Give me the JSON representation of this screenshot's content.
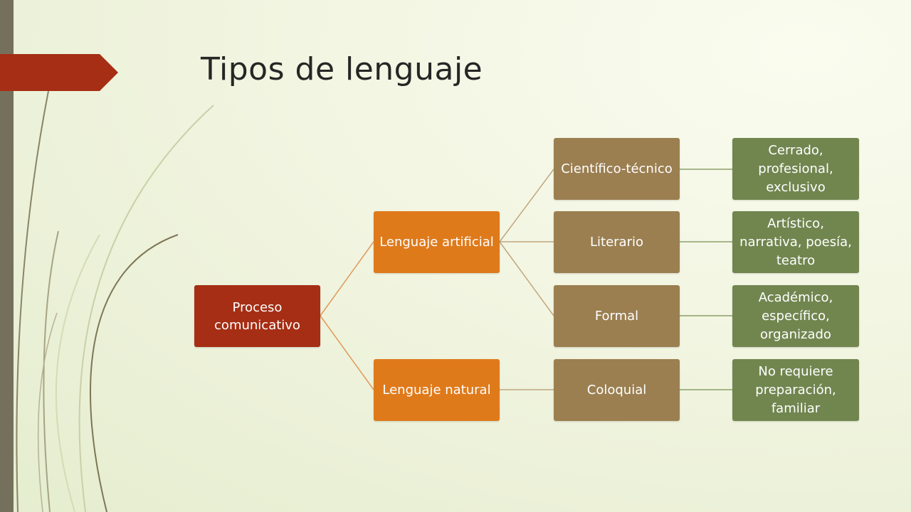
{
  "slide": {
    "title": "Tipos de lenguaje"
  },
  "colors": {
    "background": "#eef2dc",
    "left_bar": "#75705b",
    "title_flag": "#a52e14",
    "level0": "#a52e14",
    "level1": "#df7a1b",
    "level2": "#9b7f51",
    "level3": "#71864f",
    "connector_level1": "#df9b5a",
    "connector_level2": "#bfa77f",
    "connector_level3": "#8ba06a"
  },
  "tree": {
    "root": "Proceso comunicativo",
    "artificial": {
      "label": "Lenguaje artificial",
      "children": {
        "cientifico": {
          "label": "Científico-técnico",
          "detail": "Cerrado, profesional, exclusivo"
        },
        "literario": {
          "label": "Literario",
          "detail": "Artístico, narrativa, poesía, teatro"
        },
        "formal": {
          "label": "Formal",
          "detail": "Académico, específico, organizado"
        }
      }
    },
    "natural": {
      "label": "Lenguaje natural",
      "children": {
        "coloquial": {
          "label": "Coloquial",
          "detail": "No requiere preparación, familiar"
        }
      }
    }
  }
}
